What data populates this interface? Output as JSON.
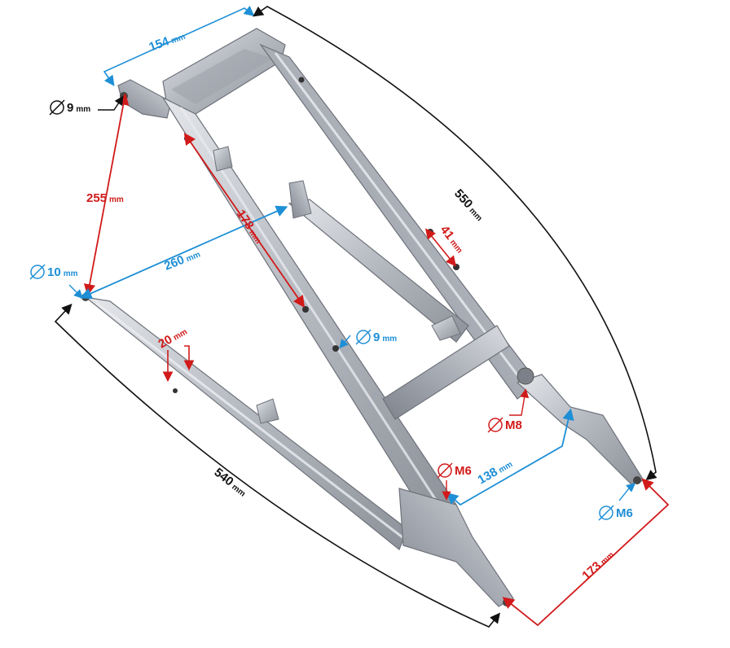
{
  "colors": {
    "dimension_black": "#111111",
    "dimension_red": "#d11a1a",
    "dimension_blue": "#1e8fd6",
    "frame_silver": "#b9bcc2"
  },
  "unit": "mm",
  "dimensions": {
    "top_width": {
      "value": "154",
      "unit": "mm",
      "color": "blue"
    },
    "overall_length_right": {
      "value": "550",
      "unit": "mm",
      "color": "black"
    },
    "overall_length_left": {
      "value": "540",
      "unit": "mm",
      "color": "black"
    },
    "rail_mount_spacing": {
      "value": "255",
      "unit": "mm",
      "color": "red"
    },
    "hole_spacing_long": {
      "value": "178",
      "unit": "mm",
      "color": "red"
    },
    "hole_spacing_short": {
      "value": "41",
      "unit": "mm",
      "color": "red"
    },
    "cross_width": {
      "value": "260",
      "unit": "mm",
      "color": "blue"
    },
    "tube_offset": {
      "value": "20",
      "unit": "mm",
      "color": "red"
    },
    "lower_width": {
      "value": "138",
      "unit": "mm",
      "color": "blue"
    },
    "bottom_width": {
      "value": "173",
      "unit": "mm",
      "color": "red"
    }
  },
  "holes": {
    "top_left_hole": {
      "value": "9",
      "unit": "mm",
      "color": "black"
    },
    "left_mount_hole": {
      "value": "10",
      "unit": "mm",
      "color": "blue"
    },
    "rail_hole": {
      "value": "9",
      "unit": "mm",
      "color": "blue"
    },
    "bracket_thread": {
      "value": "M8",
      "color": "red"
    },
    "lower_left_thread": {
      "value": "M6",
      "color": "red"
    },
    "lower_right_thread": {
      "value": "M6",
      "color": "blue"
    }
  }
}
